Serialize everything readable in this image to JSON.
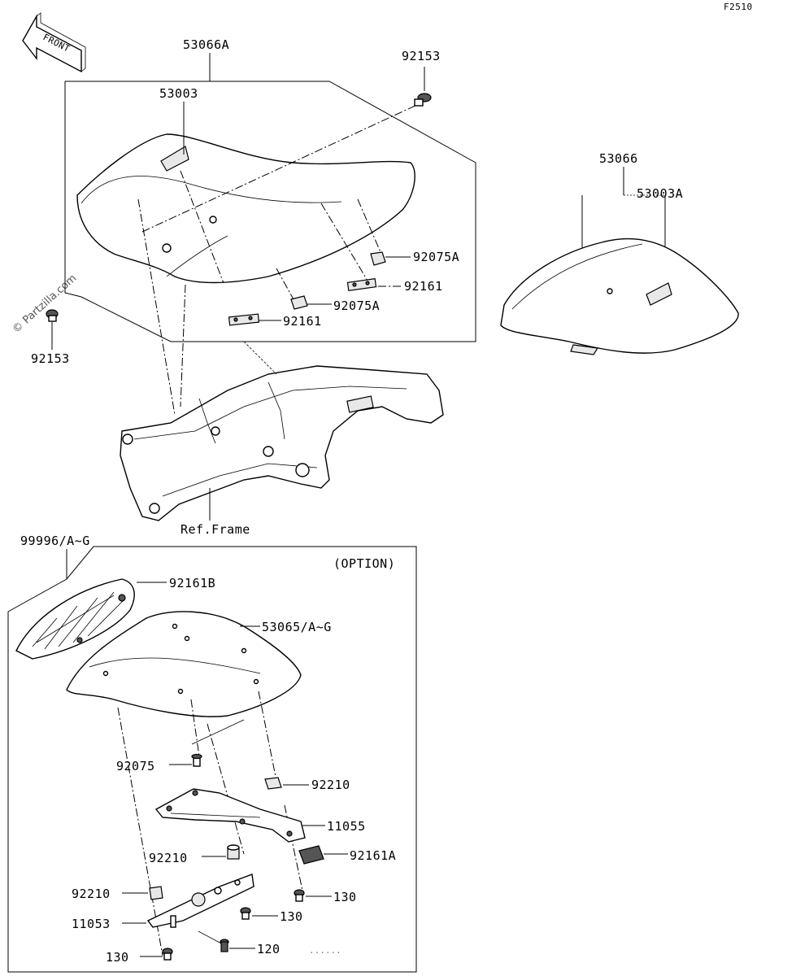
{
  "figure_code": "F2510",
  "front_label": "FRONT",
  "watermark": "© Partzilla.com",
  "frame_label": "Ref.Frame",
  "option_label": "(OPTION)",
  "footnote": "......",
  "labels": {
    "p53066A": "53066A",
    "p92153_top": "92153",
    "p53003": "53003",
    "p92075A_1": "92075A",
    "p92161_1": "92161",
    "p92075A_2": "92075A",
    "p92161_2": "92161",
    "p92153_left": "92153",
    "p53066": "53066",
    "p53003A": "53003A",
    "p99996": "99996/A~G",
    "p92161B": "92161B",
    "p53065": "53065/A~G",
    "p92075": "92075",
    "p92210_a": "92210",
    "p11055": "11055",
    "p92210_b": "92210",
    "p92161A": "92161A",
    "p92210_c": "92210",
    "p130_a": "130",
    "p11053": "11053",
    "p130_b": "130",
    "p130_c": "130",
    "p120": "120"
  },
  "parts": {
    "main_seat": "seat-53003",
    "rear_seat": "seat-53066",
    "frame": "frame",
    "seat_cover": "seat-cover-99996",
    "option_seat": "seat-53065",
    "bracket": "bracket-11055",
    "plate": "plate-11053"
  }
}
